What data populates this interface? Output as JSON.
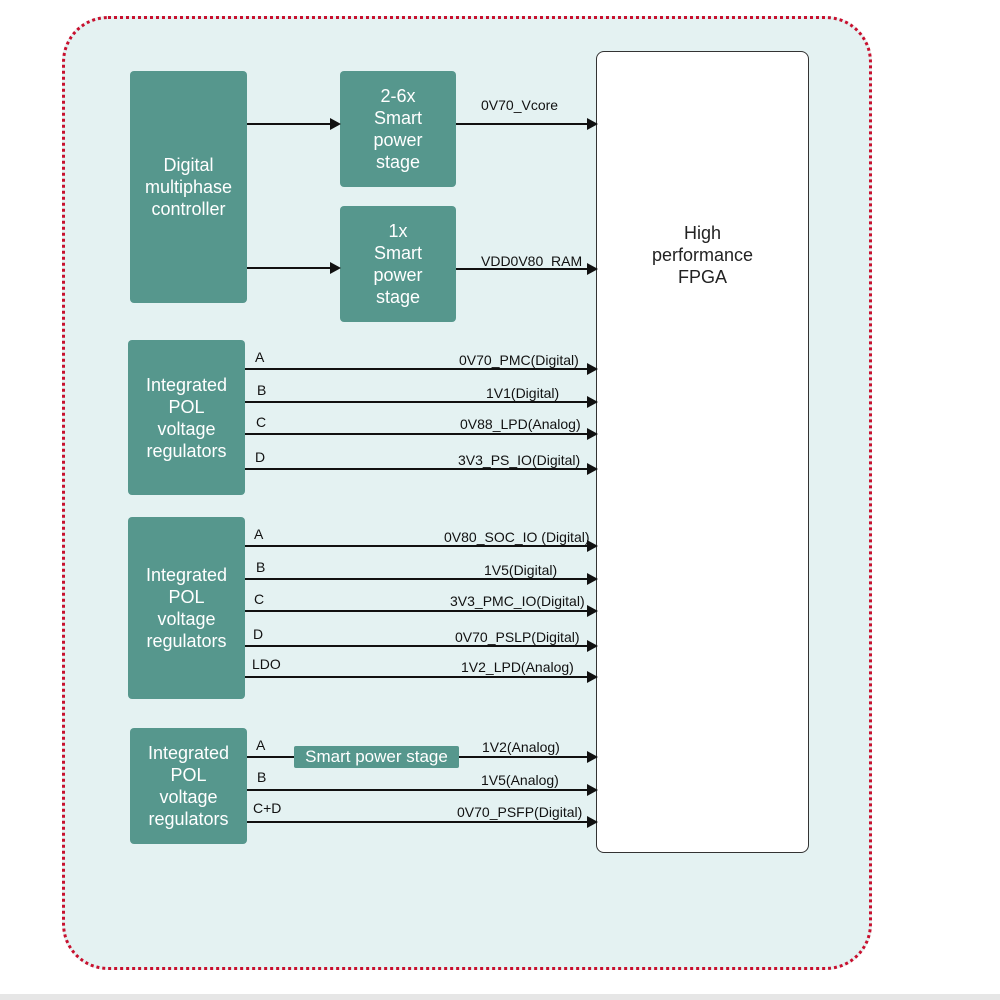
{
  "blocks": {
    "controller": "Digital\nmultiphase\ncontroller",
    "stage_multi": "2-6x\nSmart\npower\nstage",
    "stage_single": "1x\nSmart\npower\nstage",
    "pol1": "Integrated\nPOL\nvoltage\nregulators",
    "pol2": "Integrated\nPOL\nvoltage\nregulators",
    "pol3": "Integrated\nPOL\nvoltage\nregulators",
    "fpga": "High\nperformance\nFPGA"
  },
  "controller_rails": [
    {
      "name": "0V70_Vcore"
    },
    {
      "name": "VDD0V80_RAM"
    }
  ],
  "pol1_rails": [
    {
      "output": "A",
      "name": "0V70_PMC(Digital)"
    },
    {
      "output": "B",
      "name": "1V1(Digital)"
    },
    {
      "output": "C",
      "name": "0V88_LPD(Analog)"
    },
    {
      "output": "D",
      "name": "3V3_PS_IO(Digital)"
    }
  ],
  "pol2_rails": [
    {
      "output": "A",
      "name": "0V80_SOC_IO (Digital)"
    },
    {
      "output": "B",
      "name": "1V5(Digital)"
    },
    {
      "output": "C",
      "name": "3V3_PMC_IO(Digital)"
    },
    {
      "output": "D",
      "name": "0V70_PSLP(Digital)"
    },
    {
      "output": "LDO",
      "name": "1V2_LPD(Analog)"
    }
  ],
  "pol3_rails": [
    {
      "output": "A",
      "name": "1V2(Analog)"
    },
    {
      "output": "B",
      "name": "1V5(Analog)"
    },
    {
      "output": "C+D",
      "name": "0V70_PSFP(Digital)"
    }
  ],
  "pol3_stage_label": "Smart power stage",
  "colors": {
    "block_fill": "#56978d",
    "frame_fill": "#e4f2f2",
    "frame_border": "#c8102e",
    "wire": "#111111"
  }
}
